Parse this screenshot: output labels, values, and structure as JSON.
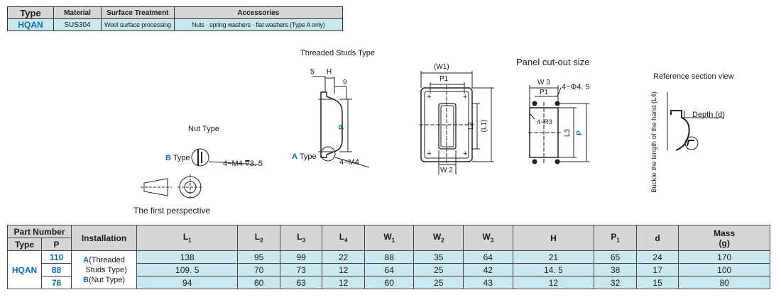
{
  "info": {
    "headers": [
      "Type",
      "Material",
      "Surface Treatment",
      "Accessories"
    ],
    "row": [
      "HQAN",
      "SUS304",
      "Wool surface processing",
      "Nuts · spring washers · flat washers (Type A only)"
    ]
  },
  "drawings": {
    "threaded_title": "Threaded Studs Type",
    "nut_title": "Nut Type",
    "panel_title": "Panel cut-out size",
    "reference_title": "Reference section view",
    "b_type": "B",
    "a_type": "A",
    "type_word": "Type",
    "nut_callout": "4−M4 ⩢3. 5",
    "stud_callout": "4−M4",
    "first_perspective": "The first perspective",
    "dim_5": "5",
    "dim_h": "H",
    "dim_9": "9",
    "dim_p": "P",
    "dim_w1": "(W1)",
    "dim_p1": "P1",
    "dim_l2": "L2",
    "dim_l1": "(L1)",
    "dim_w2": "W 2",
    "dim_w3": "W 3",
    "dim_p1b": "P1",
    "hole_callout": "4−Φ4. 5",
    "radius_callout": "4−R3",
    "dim_l3": "L3",
    "dim_pb": "P",
    "buckle_label": "Buckle the length of the hand (L4)",
    "depth_label": "Depth (d)"
  },
  "spec": {
    "header_part_number": "Part Number",
    "header_type": "Type",
    "header_p": "P",
    "header_installation": "Installation",
    "columns": [
      {
        "main": "L",
        "sub": "1"
      },
      {
        "main": "L",
        "sub": "2"
      },
      {
        "main": "L",
        "sub": "3"
      },
      {
        "main": "L",
        "sub": "4"
      },
      {
        "main": "W",
        "sub": "1"
      },
      {
        "main": "W",
        "sub": "2"
      },
      {
        "main": "W",
        "sub": "3"
      },
      {
        "main": "H",
        "sub": ""
      },
      {
        "main": "P",
        "sub": "1"
      },
      {
        "main": "d",
        "sub": ""
      }
    ],
    "mass_header": "Mass",
    "mass_unit": "(g)",
    "type_value": "HQAN",
    "installation_a_letter": "A",
    "installation_a_text": "(Threaded",
    "installation_a_text2": "Studs Type)",
    "installation_b_letter": "B",
    "installation_b_text": "(Nut Type)",
    "rows": [
      {
        "p": "110",
        "values": [
          "138",
          "95",
          "99",
          "22",
          "88",
          "35",
          "64",
          "21",
          "65",
          "24",
          "170"
        ]
      },
      {
        "p": "88",
        "values": [
          "109. 5",
          "70",
          "73",
          "12",
          "64",
          "25",
          "42",
          "14. 5",
          "38",
          "17",
          "100"
        ]
      },
      {
        "p": "76",
        "values": [
          "94",
          "60",
          "63",
          "12",
          "60",
          "25",
          "43",
          "12",
          "32",
          "15",
          "80"
        ]
      }
    ]
  }
}
